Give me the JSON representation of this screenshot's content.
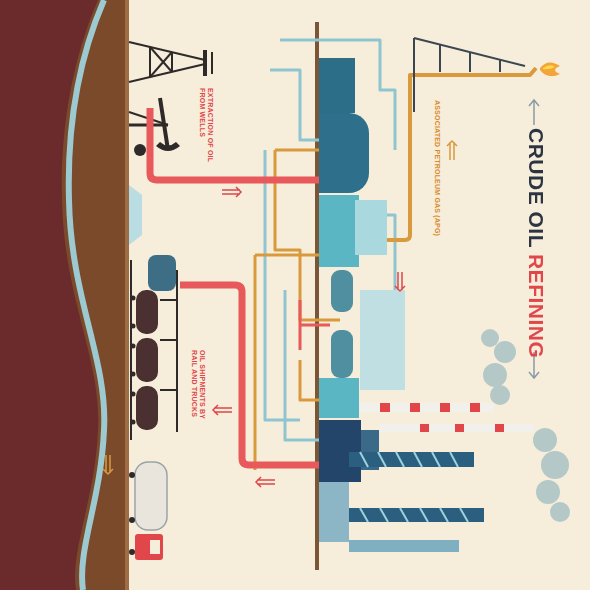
{
  "diagram": {
    "title": "CRUDE OIL REFINING",
    "labels": [
      "EXTRACTION OF OIL FROM WELLS",
      "ASSOCIATED PETROLEUM GAS (APG)",
      "OIL SHIPMENTS BY RAIL AND TRUCKS"
    ]
  }
}
